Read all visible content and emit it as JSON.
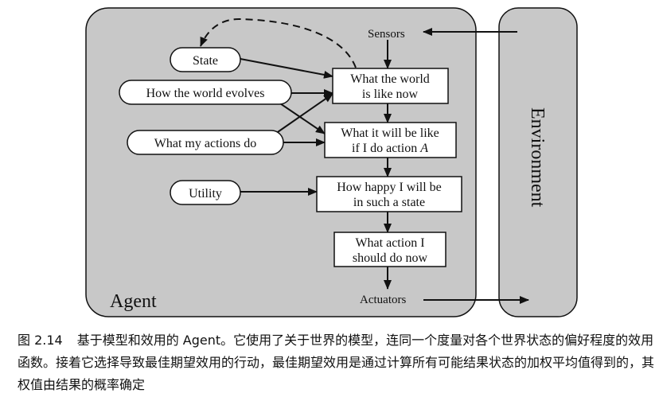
{
  "diagram": {
    "agent_label": "Agent",
    "environment_label": "Environment",
    "sensors_label": "Sensors",
    "actuators_label": "Actuators",
    "ovals": {
      "state": "State",
      "how_world_evolves": "How the world evolves",
      "what_my_actions_do": "What my actions do",
      "utility": "Utility"
    },
    "boxes": {
      "world_now": [
        "What the world",
        "is like now"
      ],
      "if_action": [
        "What it will be like",
        "if I do action "
      ],
      "if_action_var": "A",
      "how_happy": [
        "How happy I will be",
        "in such a state"
      ],
      "what_action": [
        "What action I",
        "should do now"
      ]
    },
    "colors": {
      "panel_fill": "#c8c8c8",
      "stroke": "#111111",
      "node_fill": "#ffffff"
    }
  },
  "caption": {
    "number": "图 2.14",
    "text": "基于模型和效用的 Agent。它使用了关于世界的模型，连同一个度量对各个世界状态的偏好程度的效用函数。接着它选择导致最佳期望效用的行动，最佳期望效用是通过计算所有可能结果状态的加权平均值得到的，其权值由结果的概率确定"
  }
}
